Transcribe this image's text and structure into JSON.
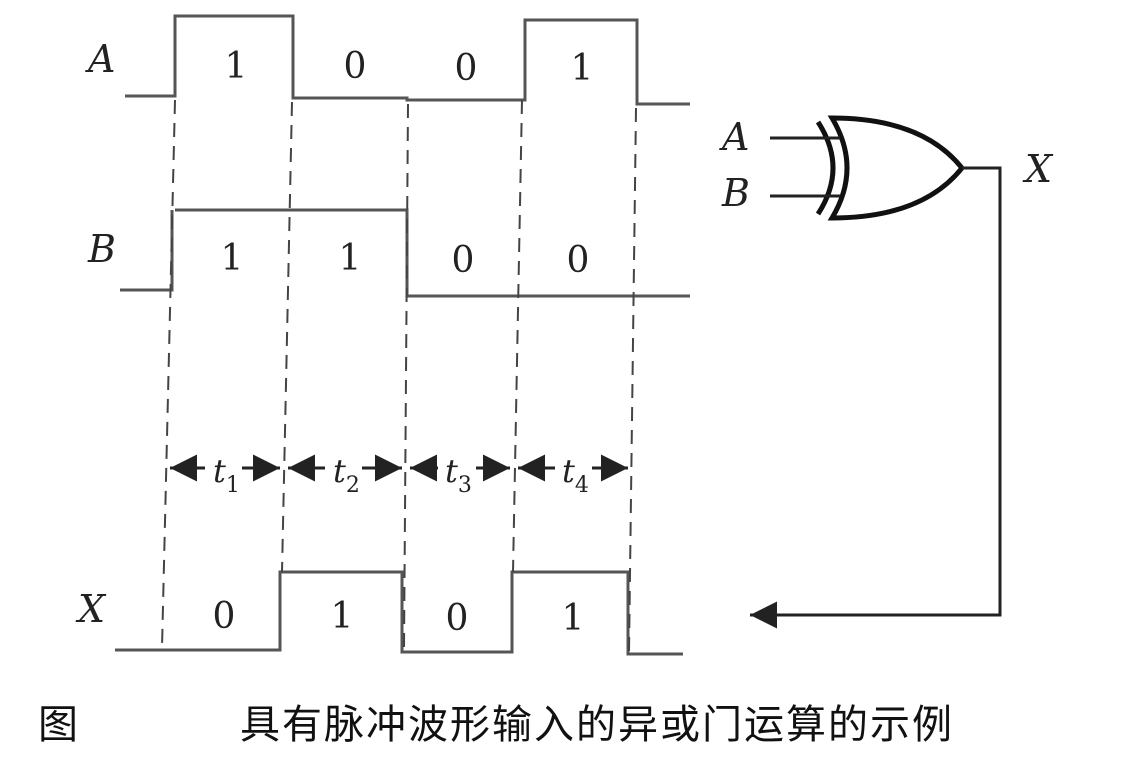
{
  "signals": {
    "a": {
      "label": "A",
      "bits": [
        "1",
        "0",
        "0",
        "1"
      ]
    },
    "b": {
      "label": "B",
      "bits": [
        "1",
        "1",
        "0",
        "0"
      ]
    },
    "x": {
      "label": "X",
      "bits": [
        "0",
        "1",
        "0",
        "1"
      ]
    }
  },
  "intervals": [
    {
      "base": "t",
      "sub": "1"
    },
    {
      "base": "t",
      "sub": "2"
    },
    {
      "base": "t",
      "sub": "3"
    },
    {
      "base": "t",
      "sub": "4"
    }
  ],
  "gate": {
    "input_a": "A",
    "input_b": "B",
    "output": "X"
  },
  "caption": {
    "prefix": "图",
    "text": "具有脉冲波形输入的异或门运算的示例"
  }
}
